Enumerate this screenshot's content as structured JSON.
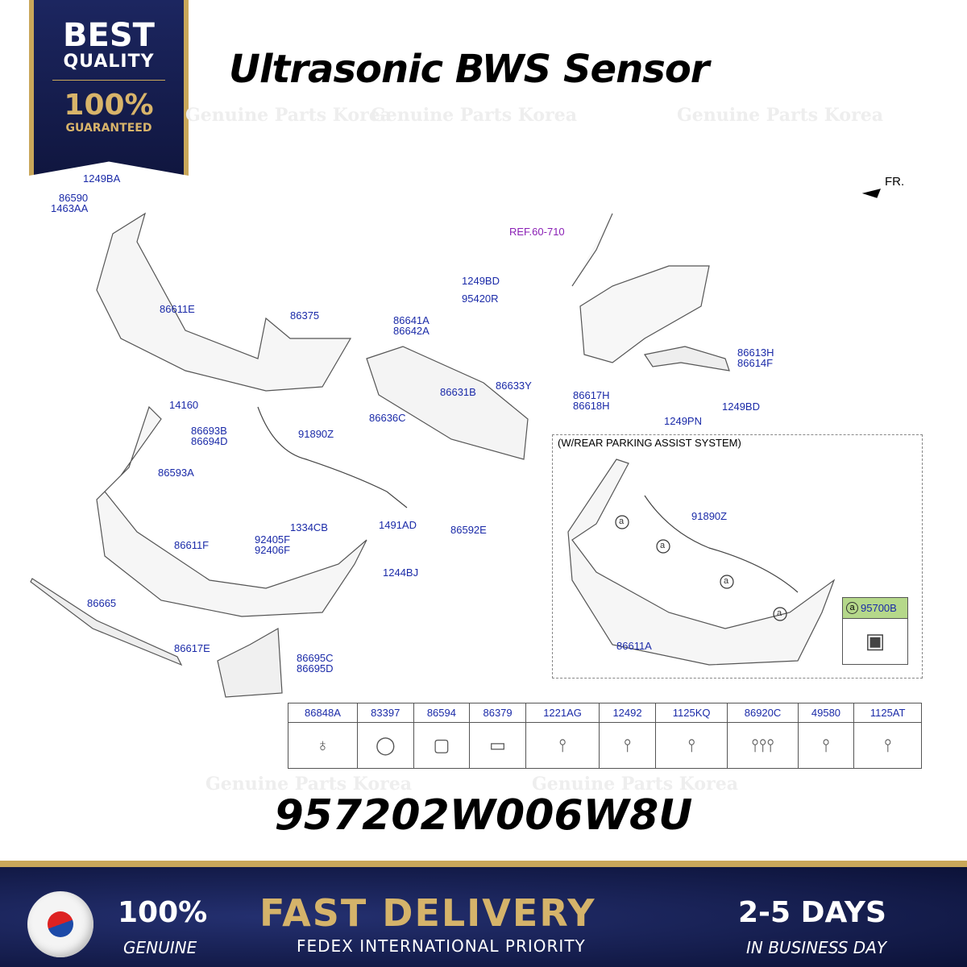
{
  "badge": {
    "line1": "BEST",
    "line2": "QUALITY",
    "line3": "100%",
    "line4": "GUARANTEED"
  },
  "title": "Ultrasonic BWS Sensor",
  "watermark": "Genuine Parts Korea",
  "direction": "FR.",
  "ref": "REF.60-710",
  "option_label": "(W/REAR PARKING ASSIST SYSTEM)",
  "callout_marker": "a",
  "labels": [
    "1249BA",
    "86590",
    "1463AA",
    "86611E",
    "86375",
    "1249BD",
    "95420R",
    "86641A",
    "86642A",
    "86631B",
    "86633Y",
    "86636C",
    "14160",
    "86693B",
    "86694D",
    "86593A",
    "91890Z",
    "1334CB",
    "92405F",
    "92406F",
    "1491AD",
    "86592E",
    "86611F",
    "1244BJ",
    "86665",
    "86617E",
    "86695C",
    "86695D",
    "86613H",
    "86614F",
    "86617H",
    "86618H",
    "1249PN",
    "1249BD",
    "91890Z",
    "86611A"
  ],
  "sensor_part": "95700B",
  "parts_table": [
    "86848A",
    "83397",
    "86594",
    "86379",
    "1221AG",
    "12492",
    "1125KQ",
    "86920C",
    "49580",
    "1125AT"
  ],
  "part_number": "957202W006W8U",
  "footer": {
    "genuine_pct": "100%",
    "genuine": "GENUINE",
    "fast": "FAST DELIVERY",
    "carrier": "FEDEX INTERNATIONAL PRIORITY",
    "days": "2-5 DAYS",
    "days_sub": "IN BUSINESS DAY"
  }
}
